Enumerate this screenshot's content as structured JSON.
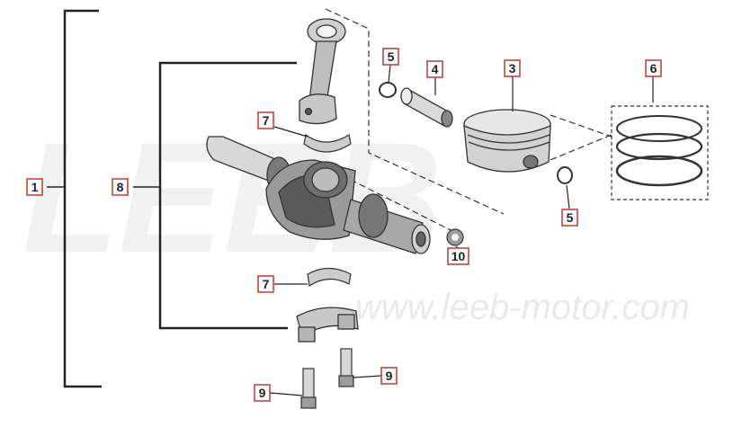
{
  "watermark": {
    "logo_text": "LEEB",
    "url_text": "www.leeb-motor.com"
  },
  "callouts": [
    {
      "id": "c1",
      "label": "1"
    },
    {
      "id": "c8",
      "label": "8"
    },
    {
      "id": "c7a",
      "label": "7"
    },
    {
      "id": "c7b",
      "label": "7"
    },
    {
      "id": "c5a",
      "label": "5"
    },
    {
      "id": "c4",
      "label": "4"
    },
    {
      "id": "c3",
      "label": "3"
    },
    {
      "id": "c6",
      "label": "6"
    },
    {
      "id": "c5b",
      "label": "5"
    },
    {
      "id": "c10",
      "label": "10"
    },
    {
      "id": "c9a",
      "label": "9"
    },
    {
      "id": "c9b",
      "label": "9"
    }
  ],
  "colors": {
    "callout_border": "#c0392b",
    "line": "#222222",
    "part_fill": "#d4d4d4",
    "part_dark": "#6a6a6a",
    "watermark": "#eeeeee"
  }
}
